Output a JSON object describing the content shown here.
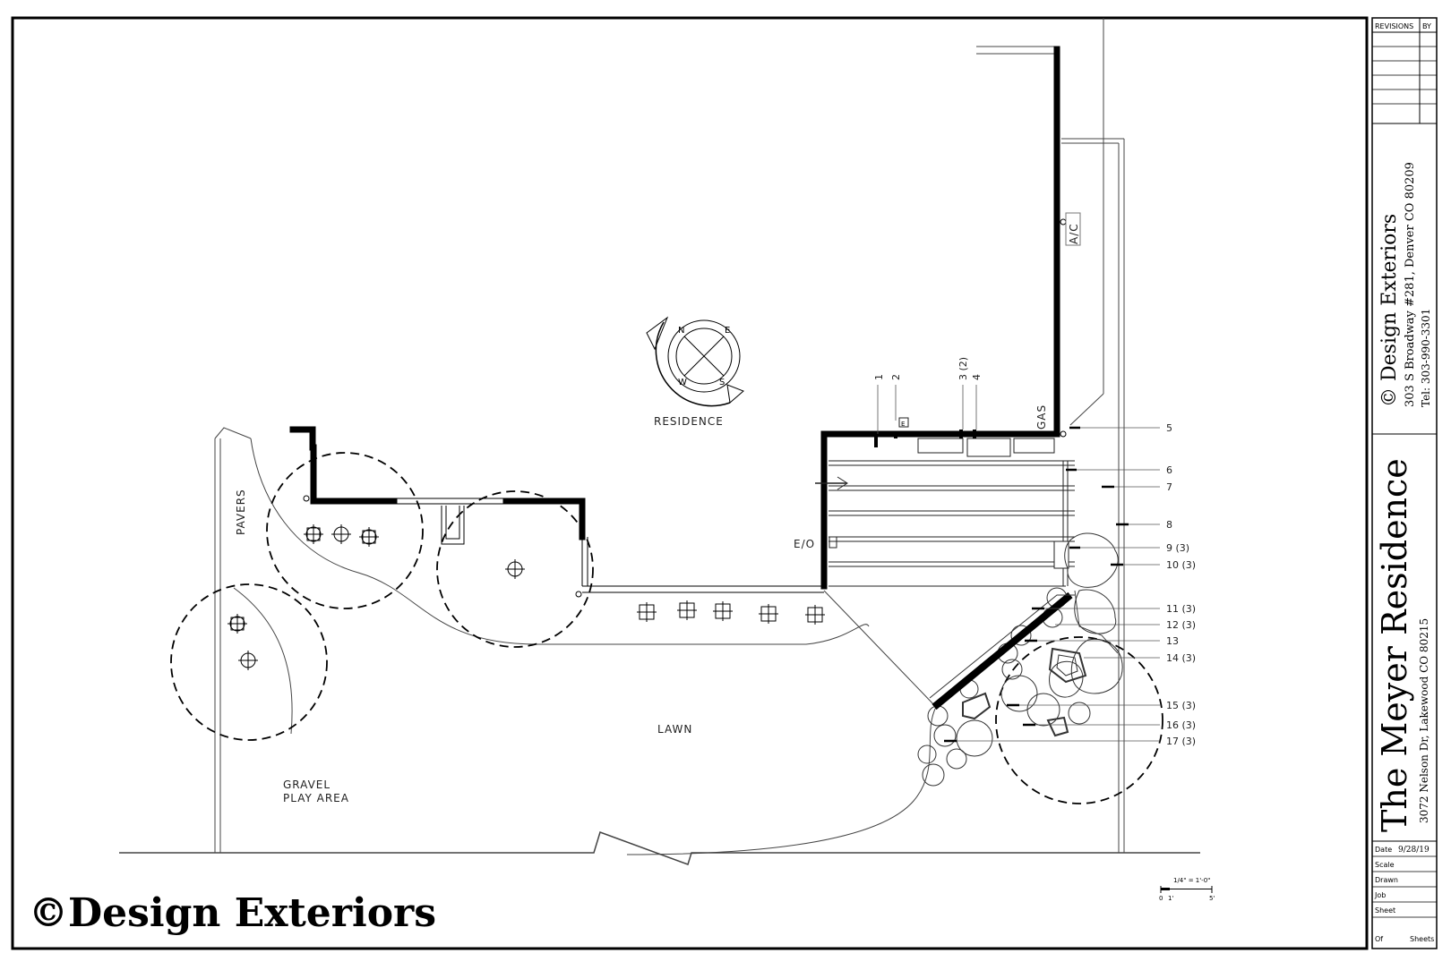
{
  "title_block": {
    "revisions_label": "REVISIONS",
    "by_label": "BY",
    "company": "© Design Exteriors",
    "company_address": "303 S Broadway #281, Denver CO 80209",
    "company_phone": "Tel: 303-990-3301",
    "project_title": "The Meyer Residence",
    "project_address": "3072 Nelson Dr, Lakewood CO 80215",
    "fields": [
      {
        "label": "Date",
        "value": "9/28/19"
      },
      {
        "label": "Scale",
        "value": ""
      },
      {
        "label": "Drawn",
        "value": ""
      },
      {
        "label": "Job",
        "value": ""
      },
      {
        "label": "Sheet",
        "value": ""
      }
    ],
    "of_label": "Of",
    "sheets_label": "Sheets"
  },
  "plan": {
    "residence_label": "RESIDENCE",
    "compass_letters": [
      "N",
      "E",
      "S",
      "W"
    ],
    "pavers_label": "PAVERS",
    "lawn_label": "LAWN",
    "gravel_line1": "GRAVEL",
    "gravel_line2": "PLAY AREA",
    "eo_label": "E/O",
    "gas_label": "GAS",
    "ac_label": "A/C",
    "e_box_label": "E",
    "callouts_top": [
      "1",
      "2",
      "3 (2)",
      "4"
    ],
    "callouts_right": [
      "5",
      "6",
      "7",
      "8",
      "9 (3)",
      "10 (3)",
      "11 (3)",
      "12 (3)",
      "13",
      "14 (3)",
      "15 (3)",
      "16 (3)",
      "17 (3)"
    ]
  },
  "scale_bar": {
    "label": "1/4\" = 1'-0\"",
    "ticks": [
      "0",
      "1'",
      "5'"
    ]
  },
  "watermark": "©Design Exteriors"
}
